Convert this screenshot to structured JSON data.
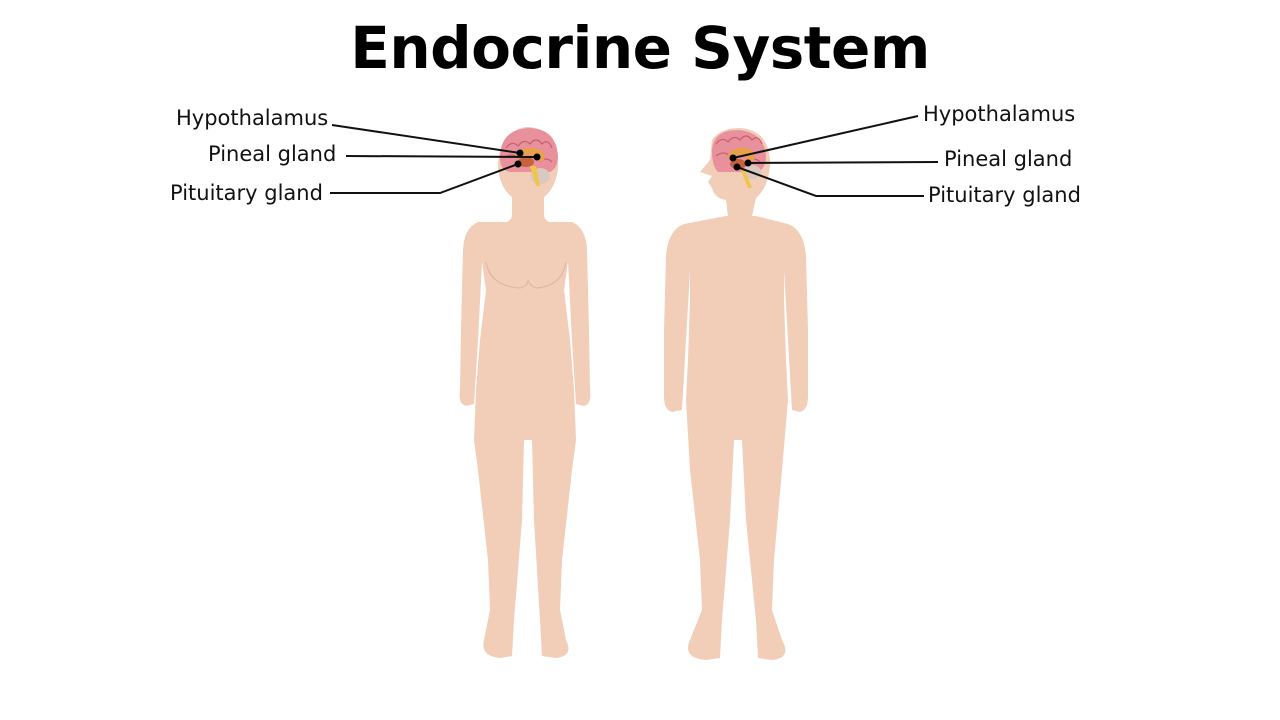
{
  "title": "Endocrine System",
  "colors": {
    "skin": "#f2cdb8",
    "skin_line": "#e0b49c",
    "brain": "#e8909c",
    "brain_fold": "#c95e72",
    "hypothalamus": "#e6a24a",
    "cerebellum": "#d9c9c0",
    "brainstem": "#f0c54a",
    "leader_line": "#111111",
    "marker": "#000000"
  },
  "figures": [
    {
      "id": "female",
      "view": "front",
      "labels": [
        {
          "text": "Hypothalamus",
          "side": "left"
        },
        {
          "text": "Pineal gland",
          "side": "left"
        },
        {
          "text": "Pituitary gland",
          "side": "left"
        }
      ]
    },
    {
      "id": "male",
      "view": "profile-head",
      "labels": [
        {
          "text": "Hypothalamus",
          "side": "right"
        },
        {
          "text": "Pineal gland",
          "side": "right"
        },
        {
          "text": "Pituitary gland",
          "side": "right"
        }
      ]
    }
  ]
}
